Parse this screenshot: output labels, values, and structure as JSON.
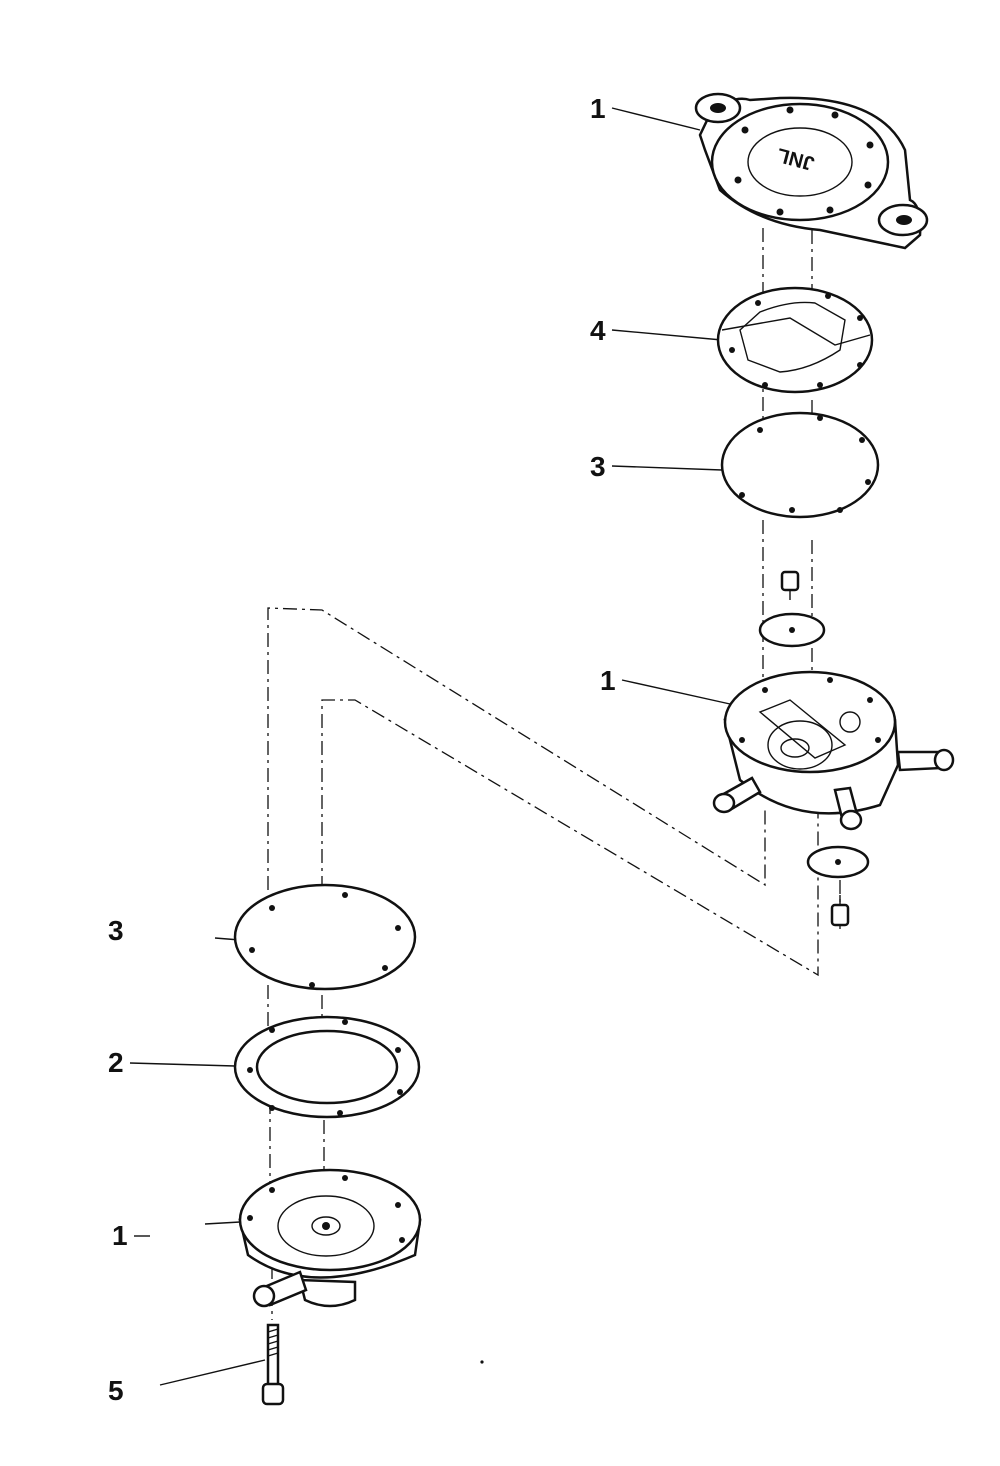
{
  "diagram": {
    "callouts": [
      {
        "id": "top-housing",
        "label": "1"
      },
      {
        "id": "top-gasket",
        "label": "4"
      },
      {
        "id": "top-diaphragm",
        "label": "3"
      },
      {
        "id": "center-body",
        "label": "1"
      },
      {
        "id": "lower-diaphragm",
        "label": "3"
      },
      {
        "id": "lower-ring-gasket",
        "label": "2"
      },
      {
        "id": "bottom-housing",
        "label": "1"
      },
      {
        "id": "cap-screw",
        "label": "5"
      }
    ],
    "cover_marking": "JNL",
    "colors": {
      "ink": "#111111",
      "paper": "#ffffff"
    }
  }
}
